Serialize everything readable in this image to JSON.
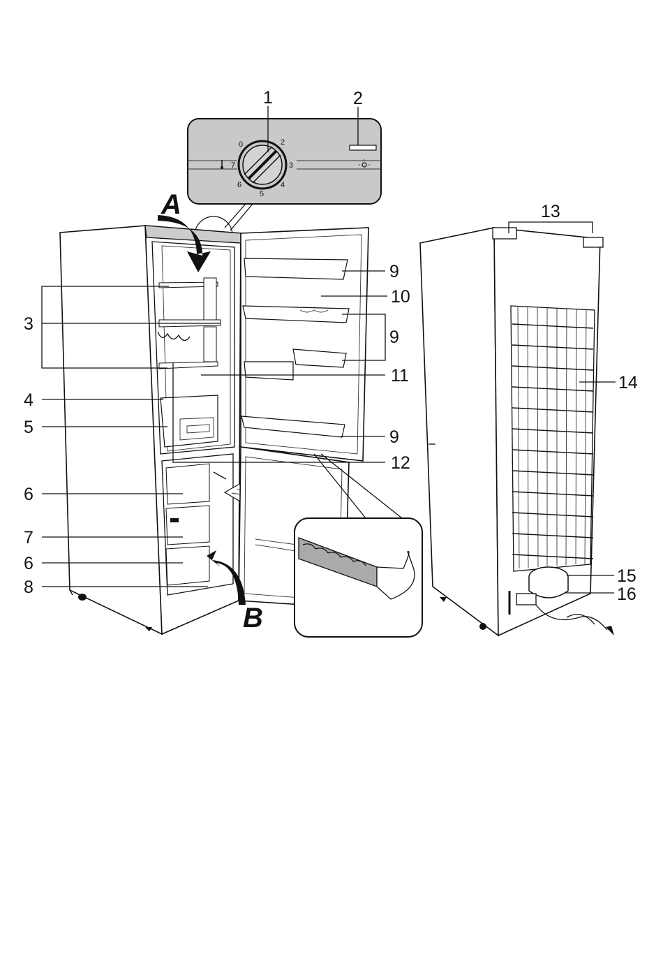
{
  "callouts": {
    "c1": "1",
    "c2": "2",
    "c3": "3",
    "c4": "4",
    "c5": "5",
    "c6a": "6",
    "c6b": "6",
    "c7": "7",
    "c8": "8",
    "c9a": "9",
    "c9b": "9",
    "c9c": "9",
    "c10": "10",
    "c11": "11",
    "c12": "12",
    "c13": "13",
    "c14": "14",
    "c15": "15",
    "c16": "16"
  },
  "arrows": {
    "a": "A",
    "b": "B"
  },
  "dial": {
    "d0": "0",
    "d2": "2",
    "d3": "3",
    "d4": "4",
    "d5": "5",
    "d6": "6",
    "d7": "7"
  }
}
